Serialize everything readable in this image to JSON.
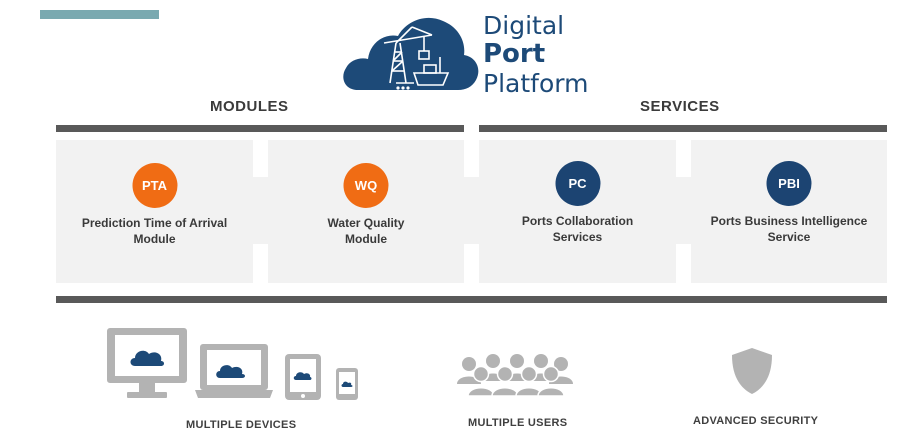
{
  "logo": {
    "line1": "Digital",
    "line2": "Port",
    "line3": "Platform",
    "icon": "cloud-crane-ship-icon"
  },
  "sections": {
    "modules": "MODULES",
    "services": "SERVICES"
  },
  "cards": [
    {
      "badge": "PTA",
      "label": "Prediction Time of Arrival\nModule",
      "color": "#f06c14"
    },
    {
      "badge": "WQ",
      "label": "Water Quality\nModule",
      "color": "#f06c14"
    },
    {
      "badge": "PC",
      "label": "Ports Collaboration\nServices",
      "color": "#1c4472"
    },
    {
      "badge": "PBI",
      "label": "Ports Business Intelligence\nService",
      "color": "#1c4472"
    }
  ],
  "features": {
    "devices": "MULTIPLE DEVICES",
    "users": "MULTIPLE USERS",
    "security": "ADVANCED SECURITY"
  },
  "colors": {
    "accent_bar": "#7aa9b0",
    "brand_navy": "#1d4a78",
    "orange": "#f06c14",
    "rule": "#595959",
    "card_bg": "#f2f2f2",
    "icon_gray": "#b3b3b3"
  }
}
